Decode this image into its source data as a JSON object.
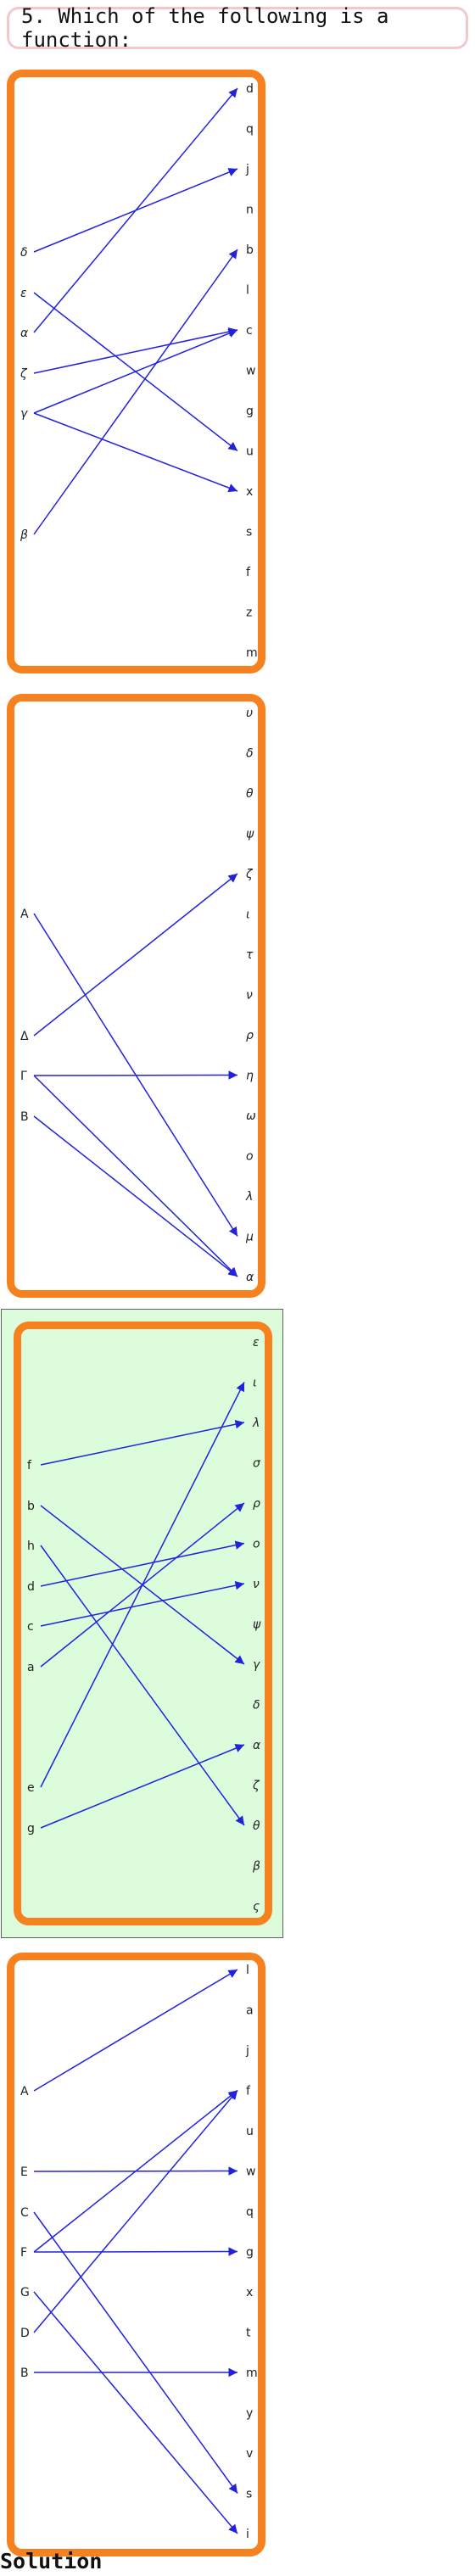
{
  "question": "5. Which of the following is a function:",
  "solution_label": "Solution",
  "colors": {
    "panel_border": "#f5821f",
    "arrow": "#2222dd",
    "highlight_bg": "#dcfcdc",
    "question_border": "#f4c7cb"
  },
  "panels": [
    {
      "highlighted": false,
      "left": [
        "δ",
        "ε",
        "α",
        "ζ",
        "γ",
        "β"
      ],
      "right": [
        "d",
        "q",
        "j",
        "n",
        "b",
        "l",
        "c",
        "w",
        "g",
        "u",
        "x",
        "s",
        "f",
        "z",
        "m"
      ],
      "mapping": [
        [
          "δ",
          "j"
        ],
        [
          "ε",
          "u"
        ],
        [
          "α",
          "d"
        ],
        [
          "ζ",
          "c"
        ],
        [
          "γ",
          "c"
        ],
        [
          "γ",
          "x"
        ],
        [
          "β",
          "b"
        ]
      ]
    },
    {
      "highlighted": false,
      "left": [
        "A",
        "Δ",
        "Γ",
        "B"
      ],
      "right": [
        "υ",
        "δ",
        "θ",
        "ψ",
        "ζ",
        "ι",
        "τ",
        "ν",
        "ρ",
        "η",
        "ω",
        "ο",
        "λ",
        "μ",
        "α"
      ],
      "mapping": [
        [
          "A",
          "μ"
        ],
        [
          "Δ",
          "ζ"
        ],
        [
          "Γ",
          "η"
        ],
        [
          "Γ",
          "α"
        ],
        [
          "B",
          "α"
        ]
      ]
    },
    {
      "highlighted": true,
      "left": [
        "f",
        "b",
        "h",
        "d",
        "c",
        "a",
        "e",
        "g"
      ],
      "right": [
        "ε",
        "ι",
        "λ",
        "σ",
        "ρ",
        "ο",
        "ν",
        "ψ",
        "γ",
        "δ",
        "α",
        "ζ",
        "θ",
        "β",
        "ς"
      ],
      "mapping": [
        [
          "f",
          "λ"
        ],
        [
          "b",
          "γ"
        ],
        [
          "h",
          "θ"
        ],
        [
          "d",
          "ο"
        ],
        [
          "c",
          "ν"
        ],
        [
          "a",
          "ρ"
        ],
        [
          "e",
          "ι"
        ],
        [
          "g",
          "α"
        ]
      ]
    },
    {
      "highlighted": false,
      "left": [
        "A",
        "E",
        "C",
        "F",
        "G",
        "D",
        "B"
      ],
      "right": [
        "l",
        "a",
        "j",
        "f",
        "u",
        "w",
        "q",
        "g",
        "x",
        "t",
        "m",
        "y",
        "v",
        "s",
        "i"
      ],
      "mapping": [
        [
          "A",
          "l"
        ],
        [
          "E",
          "w"
        ],
        [
          "C",
          "s"
        ],
        [
          "F",
          "f"
        ],
        [
          "F",
          "g"
        ],
        [
          "G",
          "i"
        ],
        [
          "D",
          "f"
        ],
        [
          "B",
          "m"
        ]
      ]
    }
  ]
}
